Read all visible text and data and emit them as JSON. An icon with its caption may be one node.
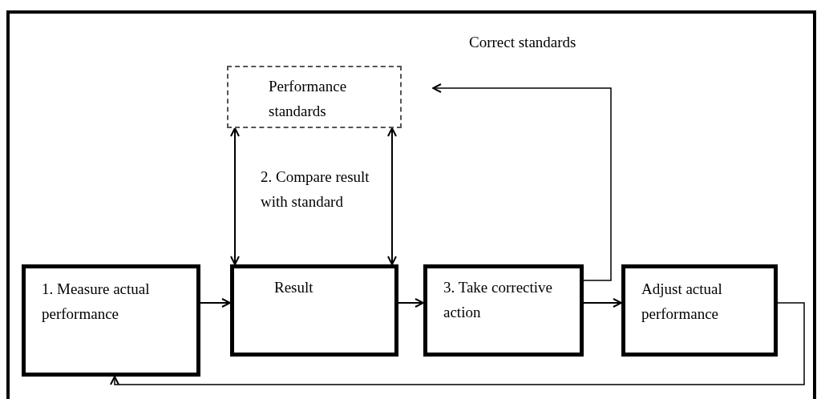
{
  "diagram": {
    "nodes": [
      {
        "text": [
          "Performance standards"
        ]
      },
      {
        "text": [
          "1. Measure actual performance"
        ]
      },
      {
        "text": [
          "Result"
        ]
      },
      {
        "text": [
          "3. Take corrective action"
        ]
      },
      {
        "text": [
          "Adjust actual performance"
        ]
      }
    ],
    "edges": [
      {
        "from": 1,
        "to": 2,
        "arrow": "to"
      },
      {
        "from": 2,
        "to": 3,
        "arrow": "to"
      },
      {
        "from": 3,
        "to": 4,
        "arrow": "to"
      },
      {
        "from": 2,
        "to": 0,
        "arrow": "both"
      },
      {
        "from": 2,
        "to": 0,
        "arrow": "both"
      },
      {
        "from": 3,
        "to": 0,
        "arrow": "to"
      },
      {
        "from": 4,
        "to": 1,
        "arrow": "to"
      }
    ],
    "labels": [
      "Correct standards",
      "2. Compare result with standard"
    ]
  }
}
